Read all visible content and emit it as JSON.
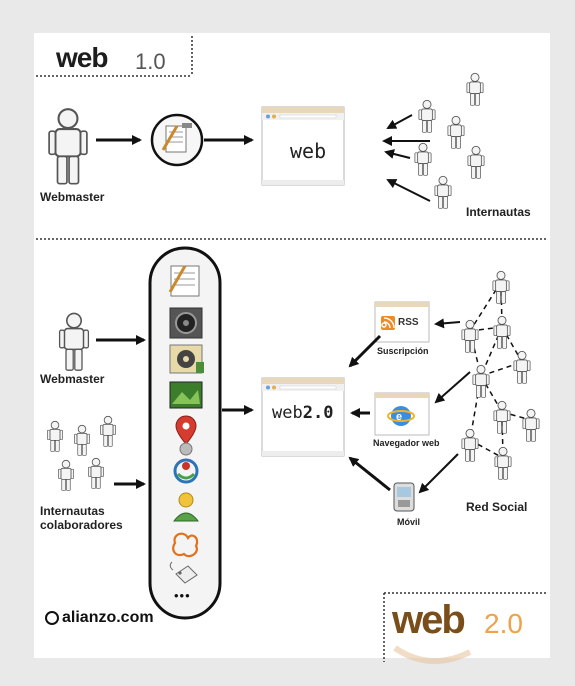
{
  "web1": {
    "logo_main": "web",
    "logo_version": "1.0",
    "webmaster_label": "Webmaster",
    "browser_text": "web",
    "internautas_label": "Internautas"
  },
  "web2": {
    "webmaster_label": "Webmaster",
    "collaborators_label_line1": "Internautas",
    "collaborators_label_line2": "colaboradores",
    "browser_text_main": "web",
    "browser_text_version": "2.0",
    "rss_text": "RSS",
    "subscription_label": "Suscripción",
    "browser_label": "Navegador web",
    "mobile_label": "Móvil",
    "social_label": "Red Social",
    "more_dots": "•••",
    "logo_main": "web",
    "logo_version": "2.0"
  },
  "footer": {
    "brand": "alianzo.com"
  },
  "colors": {
    "web1_logo": "#1d1d1d",
    "web2_logo": "#7a4e1a",
    "web2_accent": "#f0a24a",
    "background": "#e9e9ea"
  }
}
